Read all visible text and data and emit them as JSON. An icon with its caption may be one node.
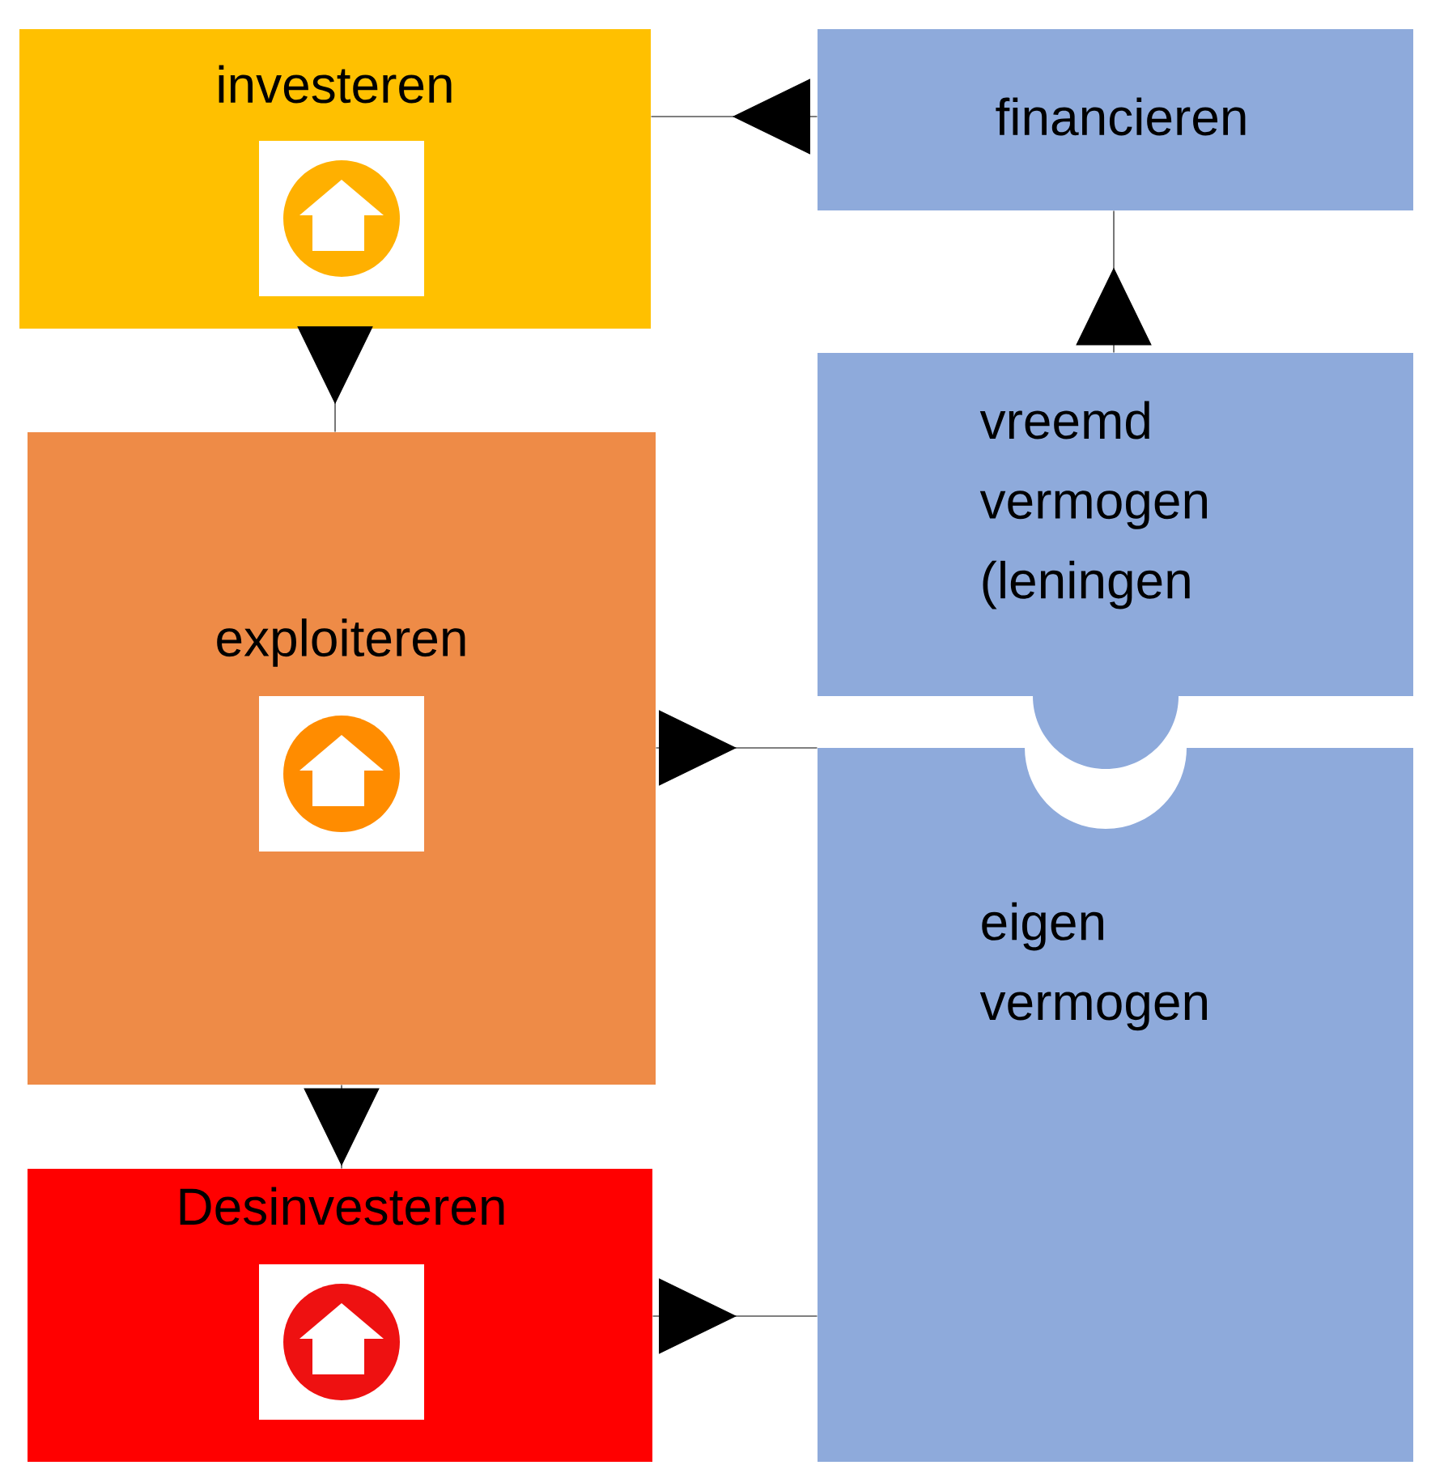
{
  "diagram": {
    "nodes": [
      {
        "text": [
          "investeren"
        ]
      },
      {
        "text": [
          "financieren"
        ]
      },
      {
        "text": [
          "exploiteren"
        ]
      },
      {
        "text": [
          "vreemd vermogen (leningen"
        ]
      },
      {
        "text": [
          "eigen vermogen"
        ]
      },
      {
        "text": [
          "Desinvesteren"
        ]
      }
    ],
    "edges": [
      {
        "from": 1,
        "to": 0,
        "arrow": "to"
      },
      {
        "from": 0,
        "to": 2,
        "arrow": "to"
      },
      {
        "from": 3,
        "to": 1,
        "arrow": "to"
      },
      {
        "from": 2,
        "to": 4,
        "arrow": "to"
      },
      {
        "from": 2,
        "to": 5,
        "arrow": "to"
      },
      {
        "from": 5,
        "to": 4,
        "arrow": "to"
      }
    ]
  }
}
